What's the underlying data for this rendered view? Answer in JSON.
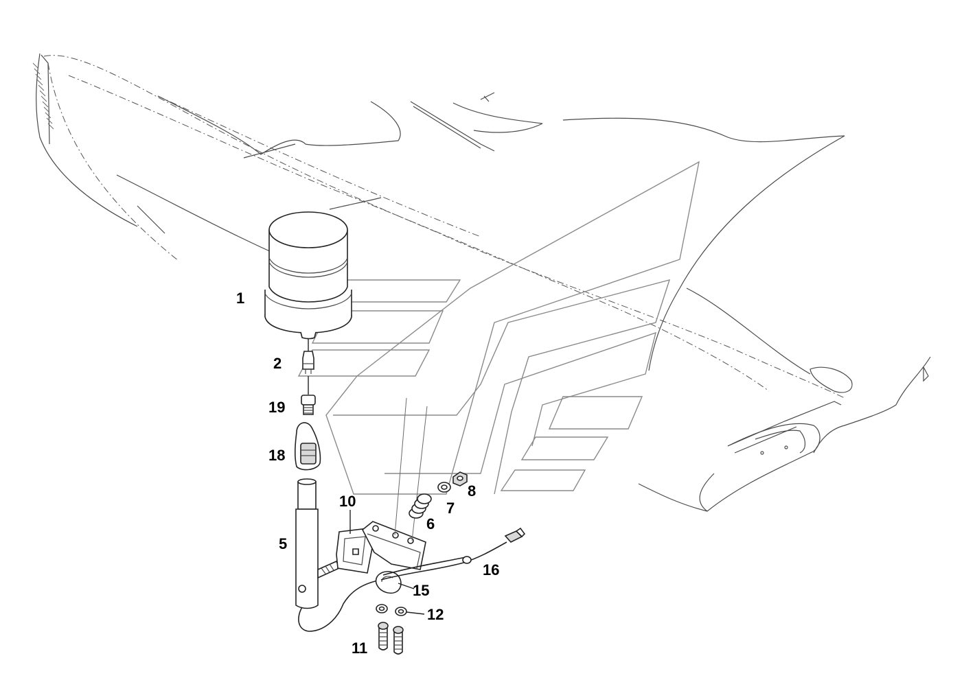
{
  "callouts": {
    "c1": "1",
    "c2": "2",
    "c5": "5",
    "c6": "6",
    "c7": "7",
    "c8": "8",
    "c10": "10",
    "c11": "11",
    "c12": "12",
    "c15": "15",
    "c16": "16",
    "c18": "18",
    "c19": "19"
  },
  "colors": {
    "background": "#ffffff",
    "linework": "#222222",
    "background_outline": "#8a8a8a"
  }
}
